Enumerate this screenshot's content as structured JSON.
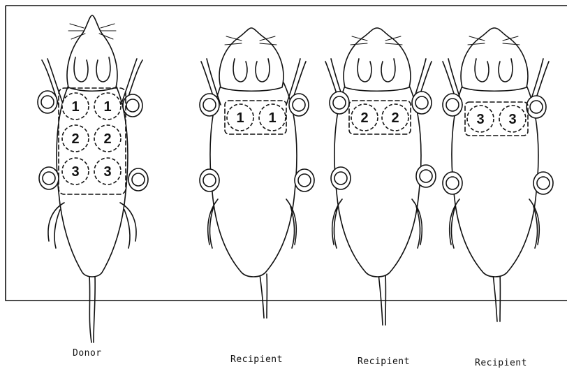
{
  "labels": {
    "donor": "Donor",
    "recipient_1": "Recipient",
    "recipient_2": "Recipient",
    "recipient_3": "Recipient"
  },
  "donor_sites": [
    "1",
    "1",
    "2",
    "2",
    "3",
    "3"
  ],
  "recipient_1_sites": [
    "1",
    "1"
  ],
  "recipient_2_sites": [
    "2",
    "2"
  ],
  "recipient_3_sites": [
    "3",
    "3"
  ]
}
